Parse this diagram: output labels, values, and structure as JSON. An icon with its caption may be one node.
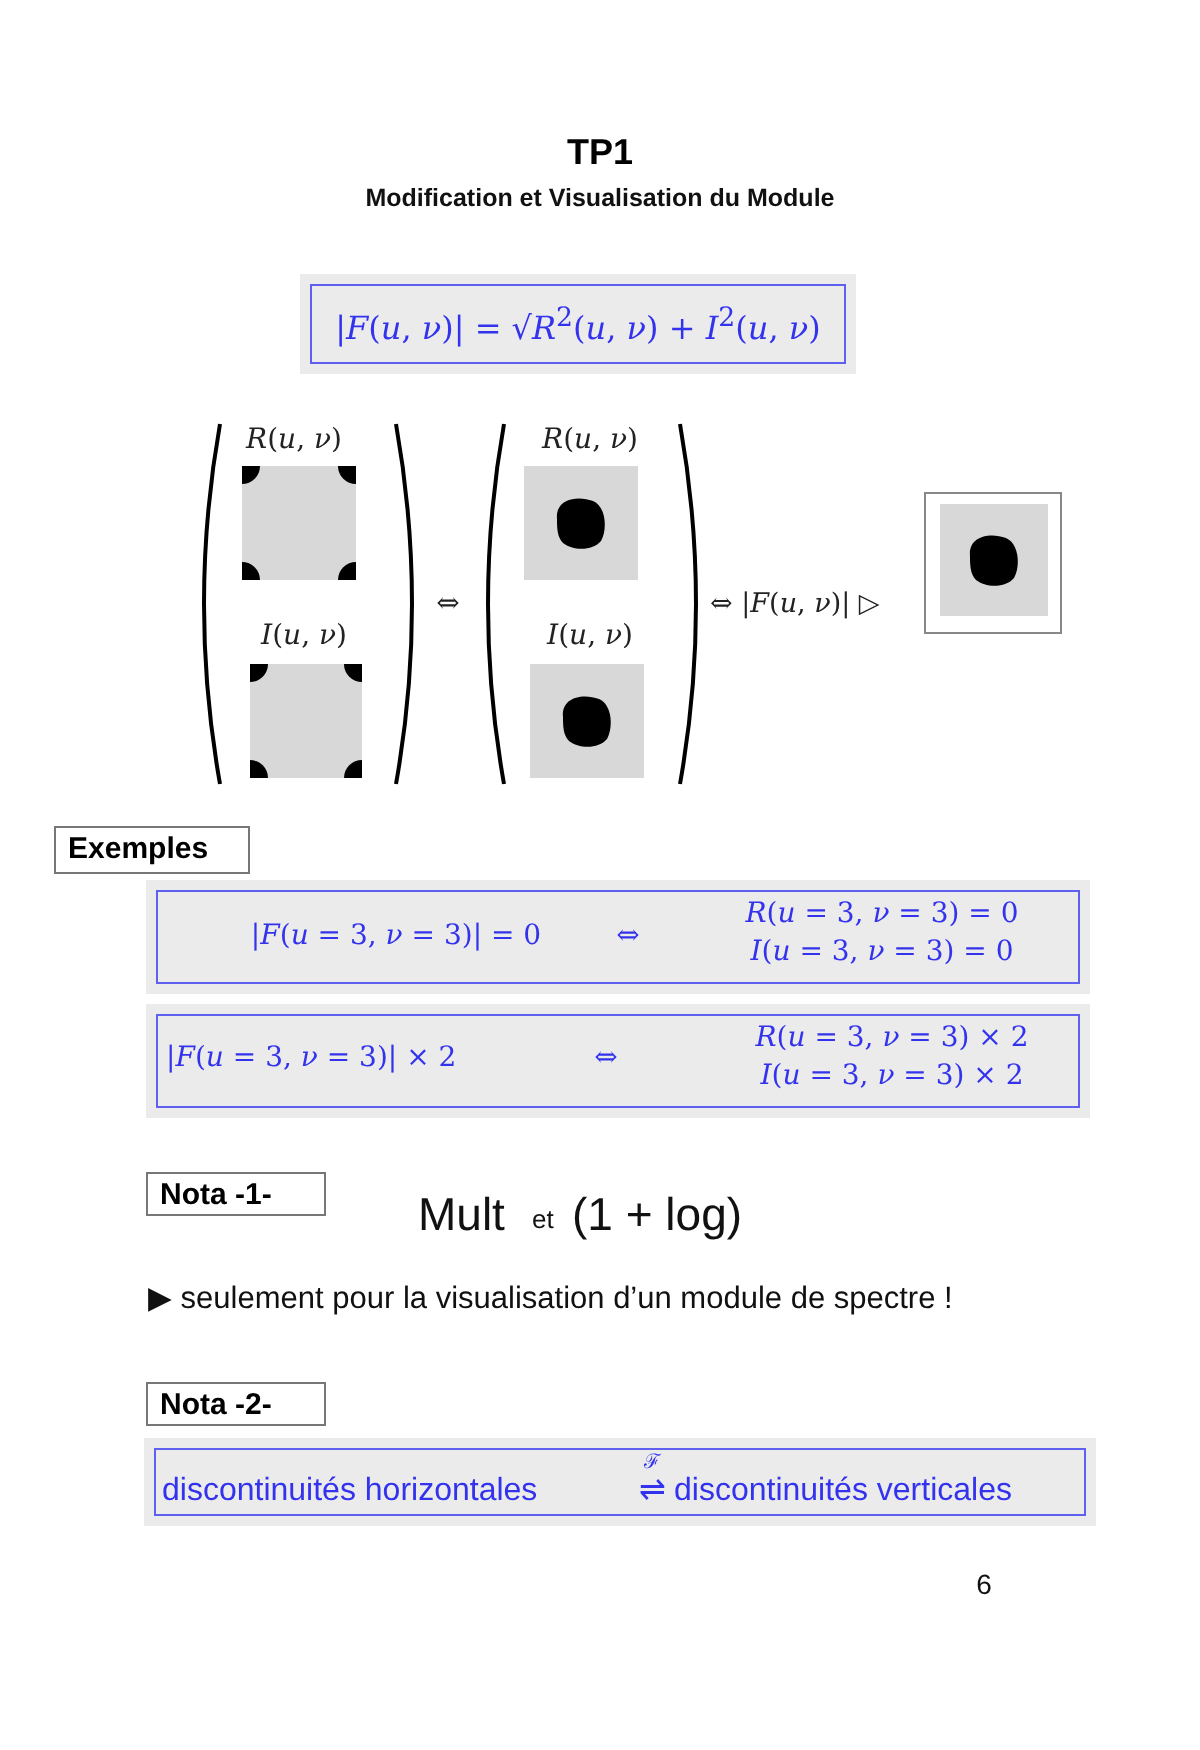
{
  "diagram": {
    "title": "TP1",
    "nodes": [
      {
        "text": [
          "|*F*(*u*, *ν*)| = √*R*$^{2}$(*u*, *ν*) + *I*$^{2}$(*u*, *ν*)"
        ]
      },
      {
        "text": [
          "Exemples"
        ]
      },
      {
        "text": [
          "|*F*(*u* = 3, *ν* = 3)| = 0",
          "⇔",
          "*R*(*u* = 3, *ν* = 3) = 0",
          "*I*(*u* = 3, *ν* = 3) = 0"
        ]
      },
      {
        "text": [
          "|*F*(*u* = 3, *ν* = 3)| × 2",
          "⇔",
          "*R*(*u* = 3, *ν* = 3) × 2",
          "*I*(*u* = 3, *ν* = 3) × 2"
        ]
      },
      {
        "text": [
          "Nota -1-"
        ]
      },
      {
        "text": [
          "Nota -2-"
        ]
      },
      {
        "text": [
          "discontinuités horizontales",
          "ℱ",
          "⇌",
          "discontinuités verticales"
        ]
      }
    ],
    "labels": [
      "Modification et Visualisation du Module",
      "*R*(*u*, *ν*)",
      "*I*(*u*, *ν*)",
      "⇔",
      "*R*(*u*, *ν*)",
      "*I*(*u*, *ν*)",
      "⇔ |*F*(*u*, *ν*)| ▷",
      "Mult",
      "et",
      "(1 + log)",
      "▶ seulement pour la visualisation d’un module de spectre !",
      "6"
    ]
  }
}
